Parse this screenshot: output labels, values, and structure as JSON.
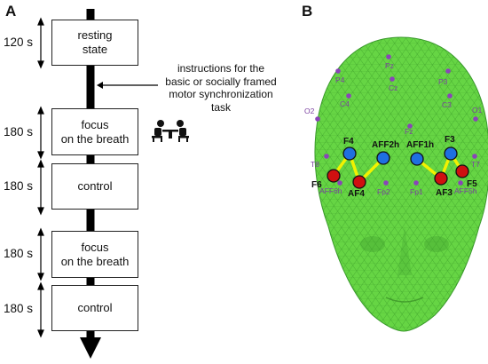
{
  "panel_a": {
    "letter": "A",
    "blocks": [
      {
        "duration": "120 s",
        "label": "resting\nstate"
      },
      {
        "duration": "180 s",
        "label": "focus\non the breath"
      },
      {
        "duration": "180 s",
        "label": "control"
      },
      {
        "duration": "180 s",
        "label": "focus\non the breath"
      },
      {
        "duration": "180 s",
        "label": "control"
      }
    ],
    "instruction": "instructions for the\nbasic or socially framed\nmotor synchronization\ntask",
    "icon": "two-people-at-table-icon"
  },
  "panel_b": {
    "letter": "B",
    "sources": [
      "F4",
      "AFF2h",
      "AFF1h",
      "F3"
    ],
    "detectors": [
      "F6",
      "AF4",
      "AF3",
      "F5"
    ],
    "reference_labels": [
      "Pz",
      "P4",
      "P3",
      "Cz",
      "C4",
      "C3",
      "O2",
      "O1",
      "Fz",
      "T8",
      "T7",
      "AFF6h",
      "AFF5h",
      "Fp2",
      "Fp1"
    ],
    "colors": {
      "source": "#1f6fe0",
      "detector": "#d01010",
      "channel": "#f0f000",
      "mesh": "#5ccf3a",
      "reference": "#7a3fa0"
    }
  }
}
